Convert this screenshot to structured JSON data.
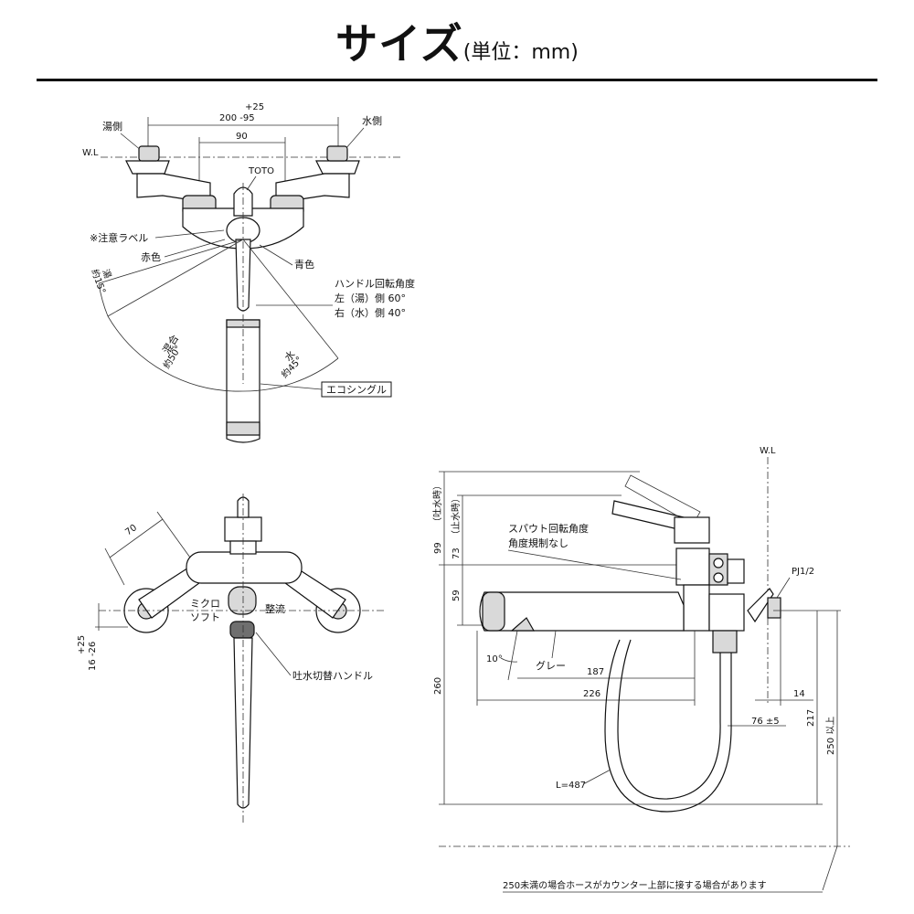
{
  "title": {
    "main": "サイズ",
    "unit": "(単位：mm)"
  },
  "front_view": {
    "hot_side": "湯側",
    "water_side": "水側",
    "wl": "W.L",
    "dim_top_plus": "+25",
    "dim_top": "200 -95",
    "dim_90": "90",
    "brand": "TOTO",
    "caution_label": "※注意ラベル",
    "red": "赤色",
    "blue": "青色",
    "hot_angle_a": "湯",
    "hot_angle_b": "約15°",
    "mix_a": "混合",
    "mix_b": "約50°",
    "water_a": "水",
    "water_b": "約45°",
    "handle_angle": "ハンドル回転角度",
    "left_angle": "左（湯）側 60°",
    "right_angle": "右（水）側 40°",
    "eco_single": "エコシングル"
  },
  "top_view": {
    "dim_70": "70",
    "micro_a": "ミクロ",
    "micro_b": "ソフト",
    "straight": "整流",
    "tol_plus": "+25",
    "tol": "16 -26",
    "switch_handle": "吐水切替ハンドル"
  },
  "side_view": {
    "wl": "W.L",
    "dim_99": "99",
    "dim_99_note": "（吐水時）",
    "dim_73": "73",
    "dim_73_note": "（止水時）",
    "spout_a": "スパウト回転角度",
    "spout_b": "角度規制なし",
    "pj": "PJ1/2",
    "dim_59": "59",
    "dim_10": "10°",
    "gray": "グレー",
    "dim_187": "187",
    "dim_226": "226",
    "dim_14": "14",
    "dim_260": "260",
    "dim_76": "76 ±5",
    "dim_217": "217",
    "dim_250": "250 以上",
    "hose_length": "L=487",
    "note": "250未満の場合ホースがカウンター上部に接する場合があります"
  }
}
